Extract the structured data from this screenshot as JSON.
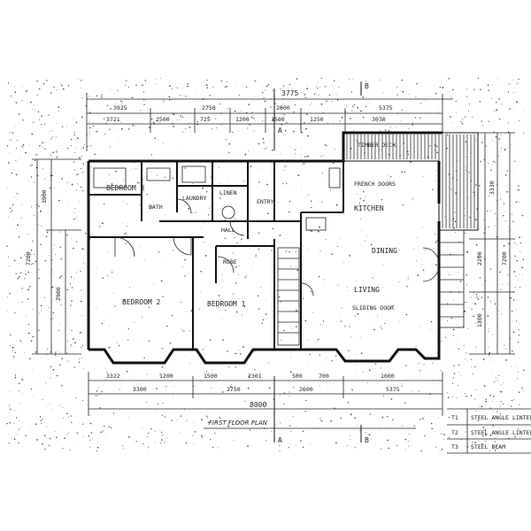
{
  "plan": {
    "top_dimensions": {
      "overall": "3775",
      "segments": [
        "3925",
        "2750",
        "2600",
        "5375"
      ],
      "fine": [
        "3721",
        "2500",
        "725",
        "1200",
        "1500",
        "1250",
        "3070"
      ]
    },
    "bottom_dimensions": {
      "overall": "8000",
      "segments": [
        "3300",
        "2750",
        "2600",
        "5375"
      ],
      "fine": [
        "3322",
        "1200",
        "1500",
        "2301",
        "500",
        "700",
        "1000"
      ]
    },
    "left_dimensions": [
      "7200",
      "3900",
      "2900"
    ],
    "right_dimensions": [
      "7200",
      "3330",
      "2200",
      "1300"
    ],
    "room_labels": [
      "BEDROOM 3",
      "BEDROOM 2",
      "BEDROOM 1",
      "BATH",
      "LAUNDRY",
      "HALL",
      "KITCHEN",
      "DINING",
      "LIVING",
      "ROBE",
      "LINEN",
      "ENTRY"
    ],
    "notes": [
      "FRENCH DOORS",
      "SLIDING DOOR",
      "TIMBER DECK"
    ],
    "caption": "FIRST FLOOR PLAN",
    "legend": [
      {
        "code": "T1",
        "text": "STEEL ANGLE LINTEL"
      },
      {
        "code": "T2",
        "text": "STEEL ANGLE LINTEL"
      },
      {
        "code": "T3",
        "text": "STEEL BEAM"
      }
    ],
    "section_marks": [
      "A",
      "B",
      "A",
      "B"
    ]
  }
}
